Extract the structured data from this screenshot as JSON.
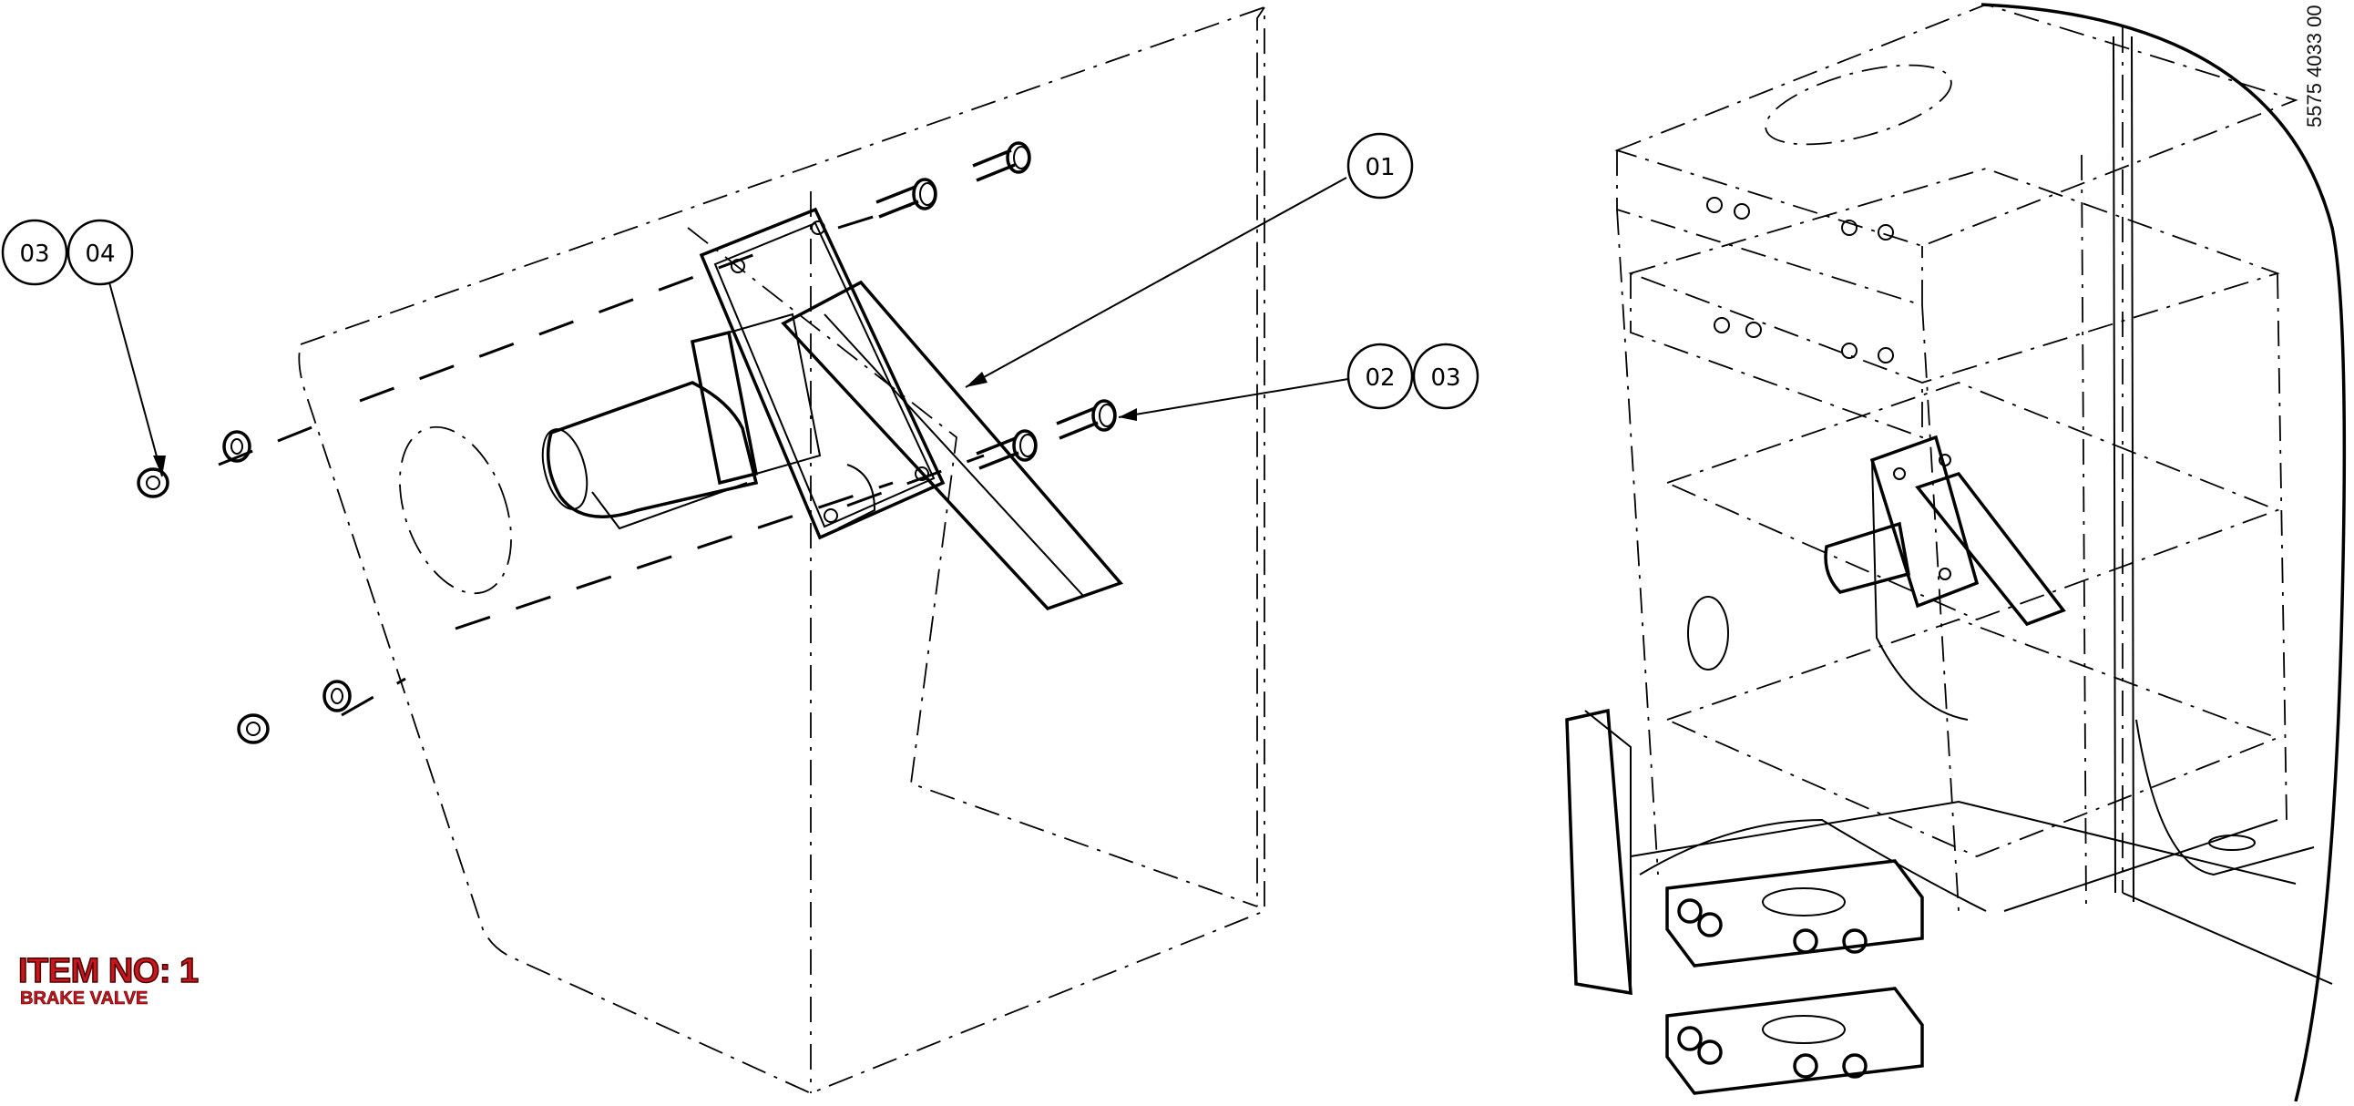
{
  "callouts": {
    "c01": "01",
    "c02": "02",
    "c03a": "03",
    "c03b": "03",
    "c04": "04"
  },
  "item": {
    "title": "ITEM NO: 1",
    "subtitle": "BRAKE VALVE"
  },
  "drawing_number": "5575 4033 00",
  "colors": {
    "item_text": "#c8161d",
    "line": "#000000"
  }
}
